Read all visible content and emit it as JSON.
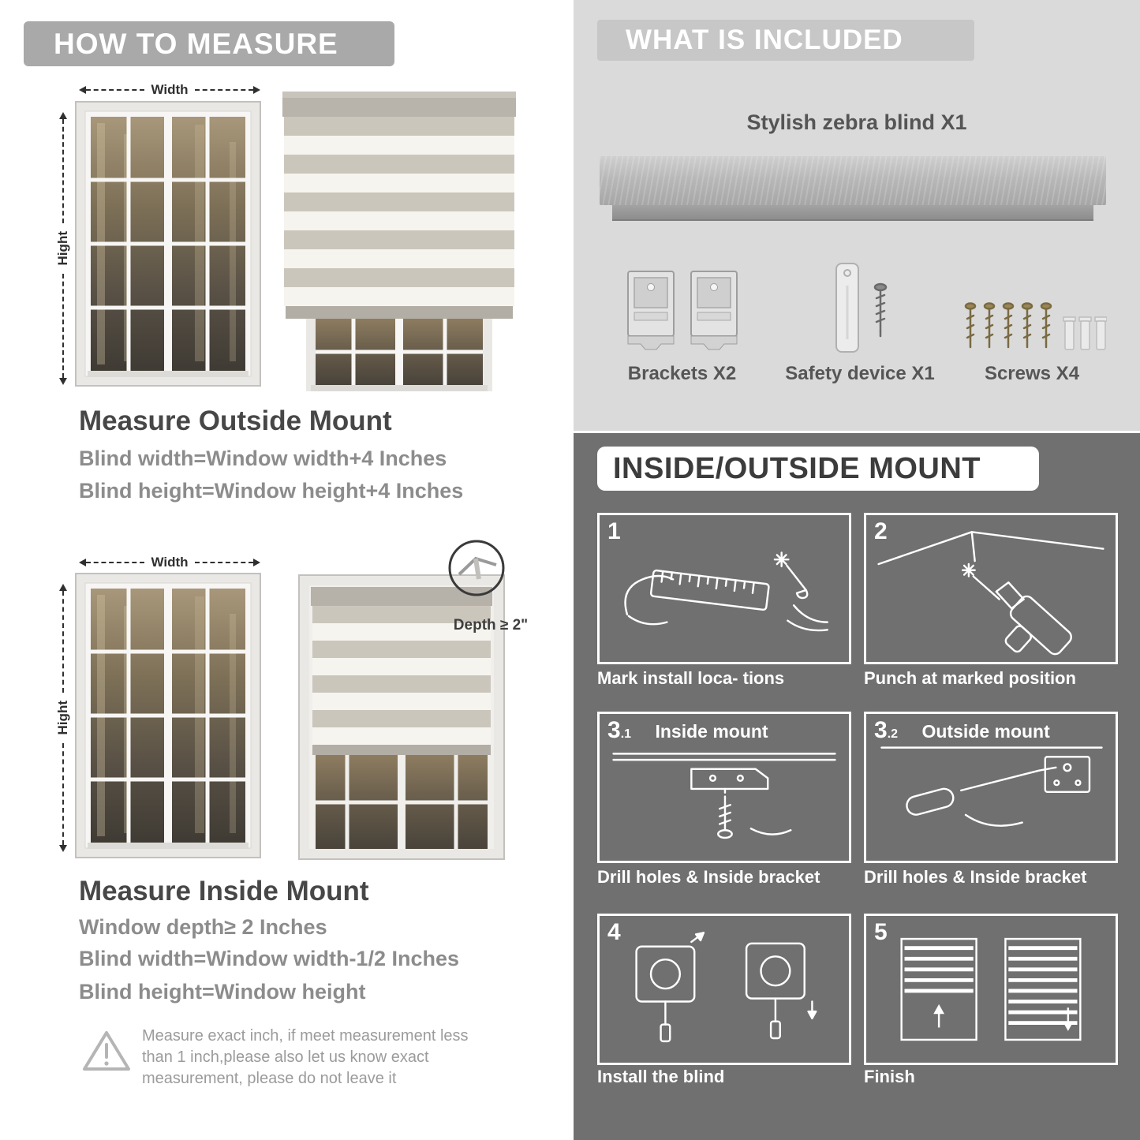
{
  "left": {
    "header": "HOW TO MEASURE",
    "outside": {
      "width_label": "Width",
      "height_label": "Hight",
      "title": "Measure Outside Mount",
      "line1": "Blind width=Window width+4 Inches",
      "line2": "Blind height=Window height+4 Inches"
    },
    "inside": {
      "width_label": "Width",
      "height_label": "Hight",
      "depth_label": "Depth ≥ 2\"",
      "title": "Measure Inside Mount",
      "line1": "Window depth≥ 2 Inches",
      "line2": "Blind width=Window width-1/2 Inches",
      "line3": "Blind height=Window height"
    },
    "warning_text": "Measure exact inch, if meet measurement less than 1 inch,please also let us know exact measurement, please do not leave it"
  },
  "included": {
    "header": "WHAT IS INCLUDED",
    "product_label": "Stylish zebra blind X1",
    "items": [
      {
        "label": "Brackets X2"
      },
      {
        "label": "Safety device X1"
      },
      {
        "label": "Screws X4"
      }
    ]
  },
  "mount": {
    "header": "INSIDE/OUTSIDE MOUNT",
    "steps": [
      {
        "num": "1",
        "sub": "",
        "title": "",
        "caption": "Mark install loca- tions"
      },
      {
        "num": "2",
        "sub": "",
        "title": "",
        "caption": "Punch at  marked position"
      },
      {
        "num": "3",
        "sub": ".1",
        "title": "Inside mount",
        "caption": "Drill holes &  Inside bracket"
      },
      {
        "num": "3",
        "sub": ".2",
        "title": "Outside mount",
        "caption": "Drill holes &  Inside bracket"
      },
      {
        "num": "4",
        "sub": "",
        "title": "",
        "caption": "Install the blind"
      },
      {
        "num": "5",
        "sub": "",
        "title": "",
        "caption": "Finish"
      }
    ]
  },
  "colors": {
    "left_header_bg": "#a9a9a9",
    "included_bg": "#dadada",
    "included_header_bg": "#c7c7c7",
    "mount_bg": "#707070",
    "heading_text": "#474747",
    "body_text": "#8c8c8c"
  }
}
